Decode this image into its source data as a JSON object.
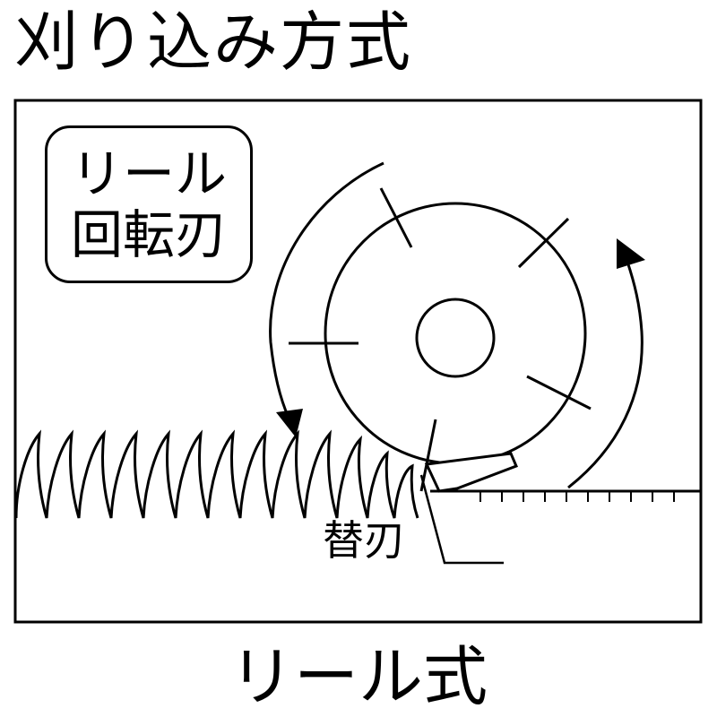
{
  "title": "刈り込み方式",
  "reel_label": {
    "line1": "リール",
    "line2": "回転刃"
  },
  "blade_label": "替刃",
  "caption": "リール式"
}
